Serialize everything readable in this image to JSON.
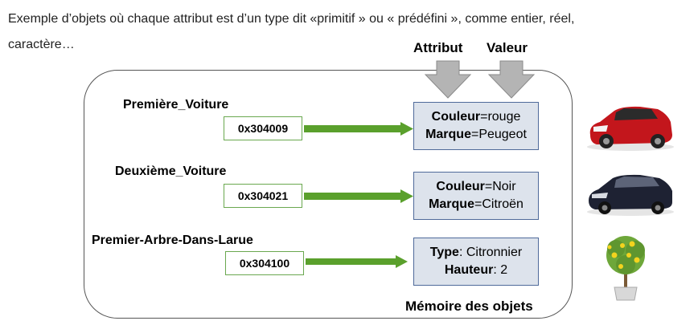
{
  "intro": {
    "line1": "Exemple d’objets où chaque attribut est d’un type dit «primitif » ou « prédéfini », comme entier, réel,",
    "line2": "caractère…"
  },
  "headers": {
    "attribut": "Attribut",
    "valeur": "Valeur"
  },
  "objects": [
    {
      "name": "Première_Voiture",
      "address": "0x304009",
      "attrs": [
        {
          "key": "Couleur",
          "sep": "=",
          "value": "rouge"
        },
        {
          "key": "Marque",
          "sep": "=",
          "value": "Peugeot"
        }
      ],
      "icon": "red-car-image"
    },
    {
      "name": "Deuxième_Voiture",
      "address": "0x304021",
      "attrs": [
        {
          "key": "Couleur",
          "sep": "=",
          "value": "Noir"
        },
        {
          "key": "Marque",
          "sep": "=",
          "value": "Citroën"
        }
      ],
      "icon": "dark-car-image"
    },
    {
      "name": "Premier-Arbre-Dans-Larue",
      "address": "0x304100",
      "attrs": [
        {
          "key": "Type",
          "sep": ": ",
          "value": "Citronnier"
        },
        {
          "key": "Hauteur",
          "sep": ": ",
          "value": "2"
        }
      ],
      "icon": "lemon-tree-image"
    }
  ],
  "memory_label": "Mémoire des objets",
  "colors": {
    "arrow": "#5aa02c",
    "value_box_fill": "#dde3ec",
    "value_box_border": "#4f6a9a",
    "header_arrow": "#b0b0b0"
  }
}
